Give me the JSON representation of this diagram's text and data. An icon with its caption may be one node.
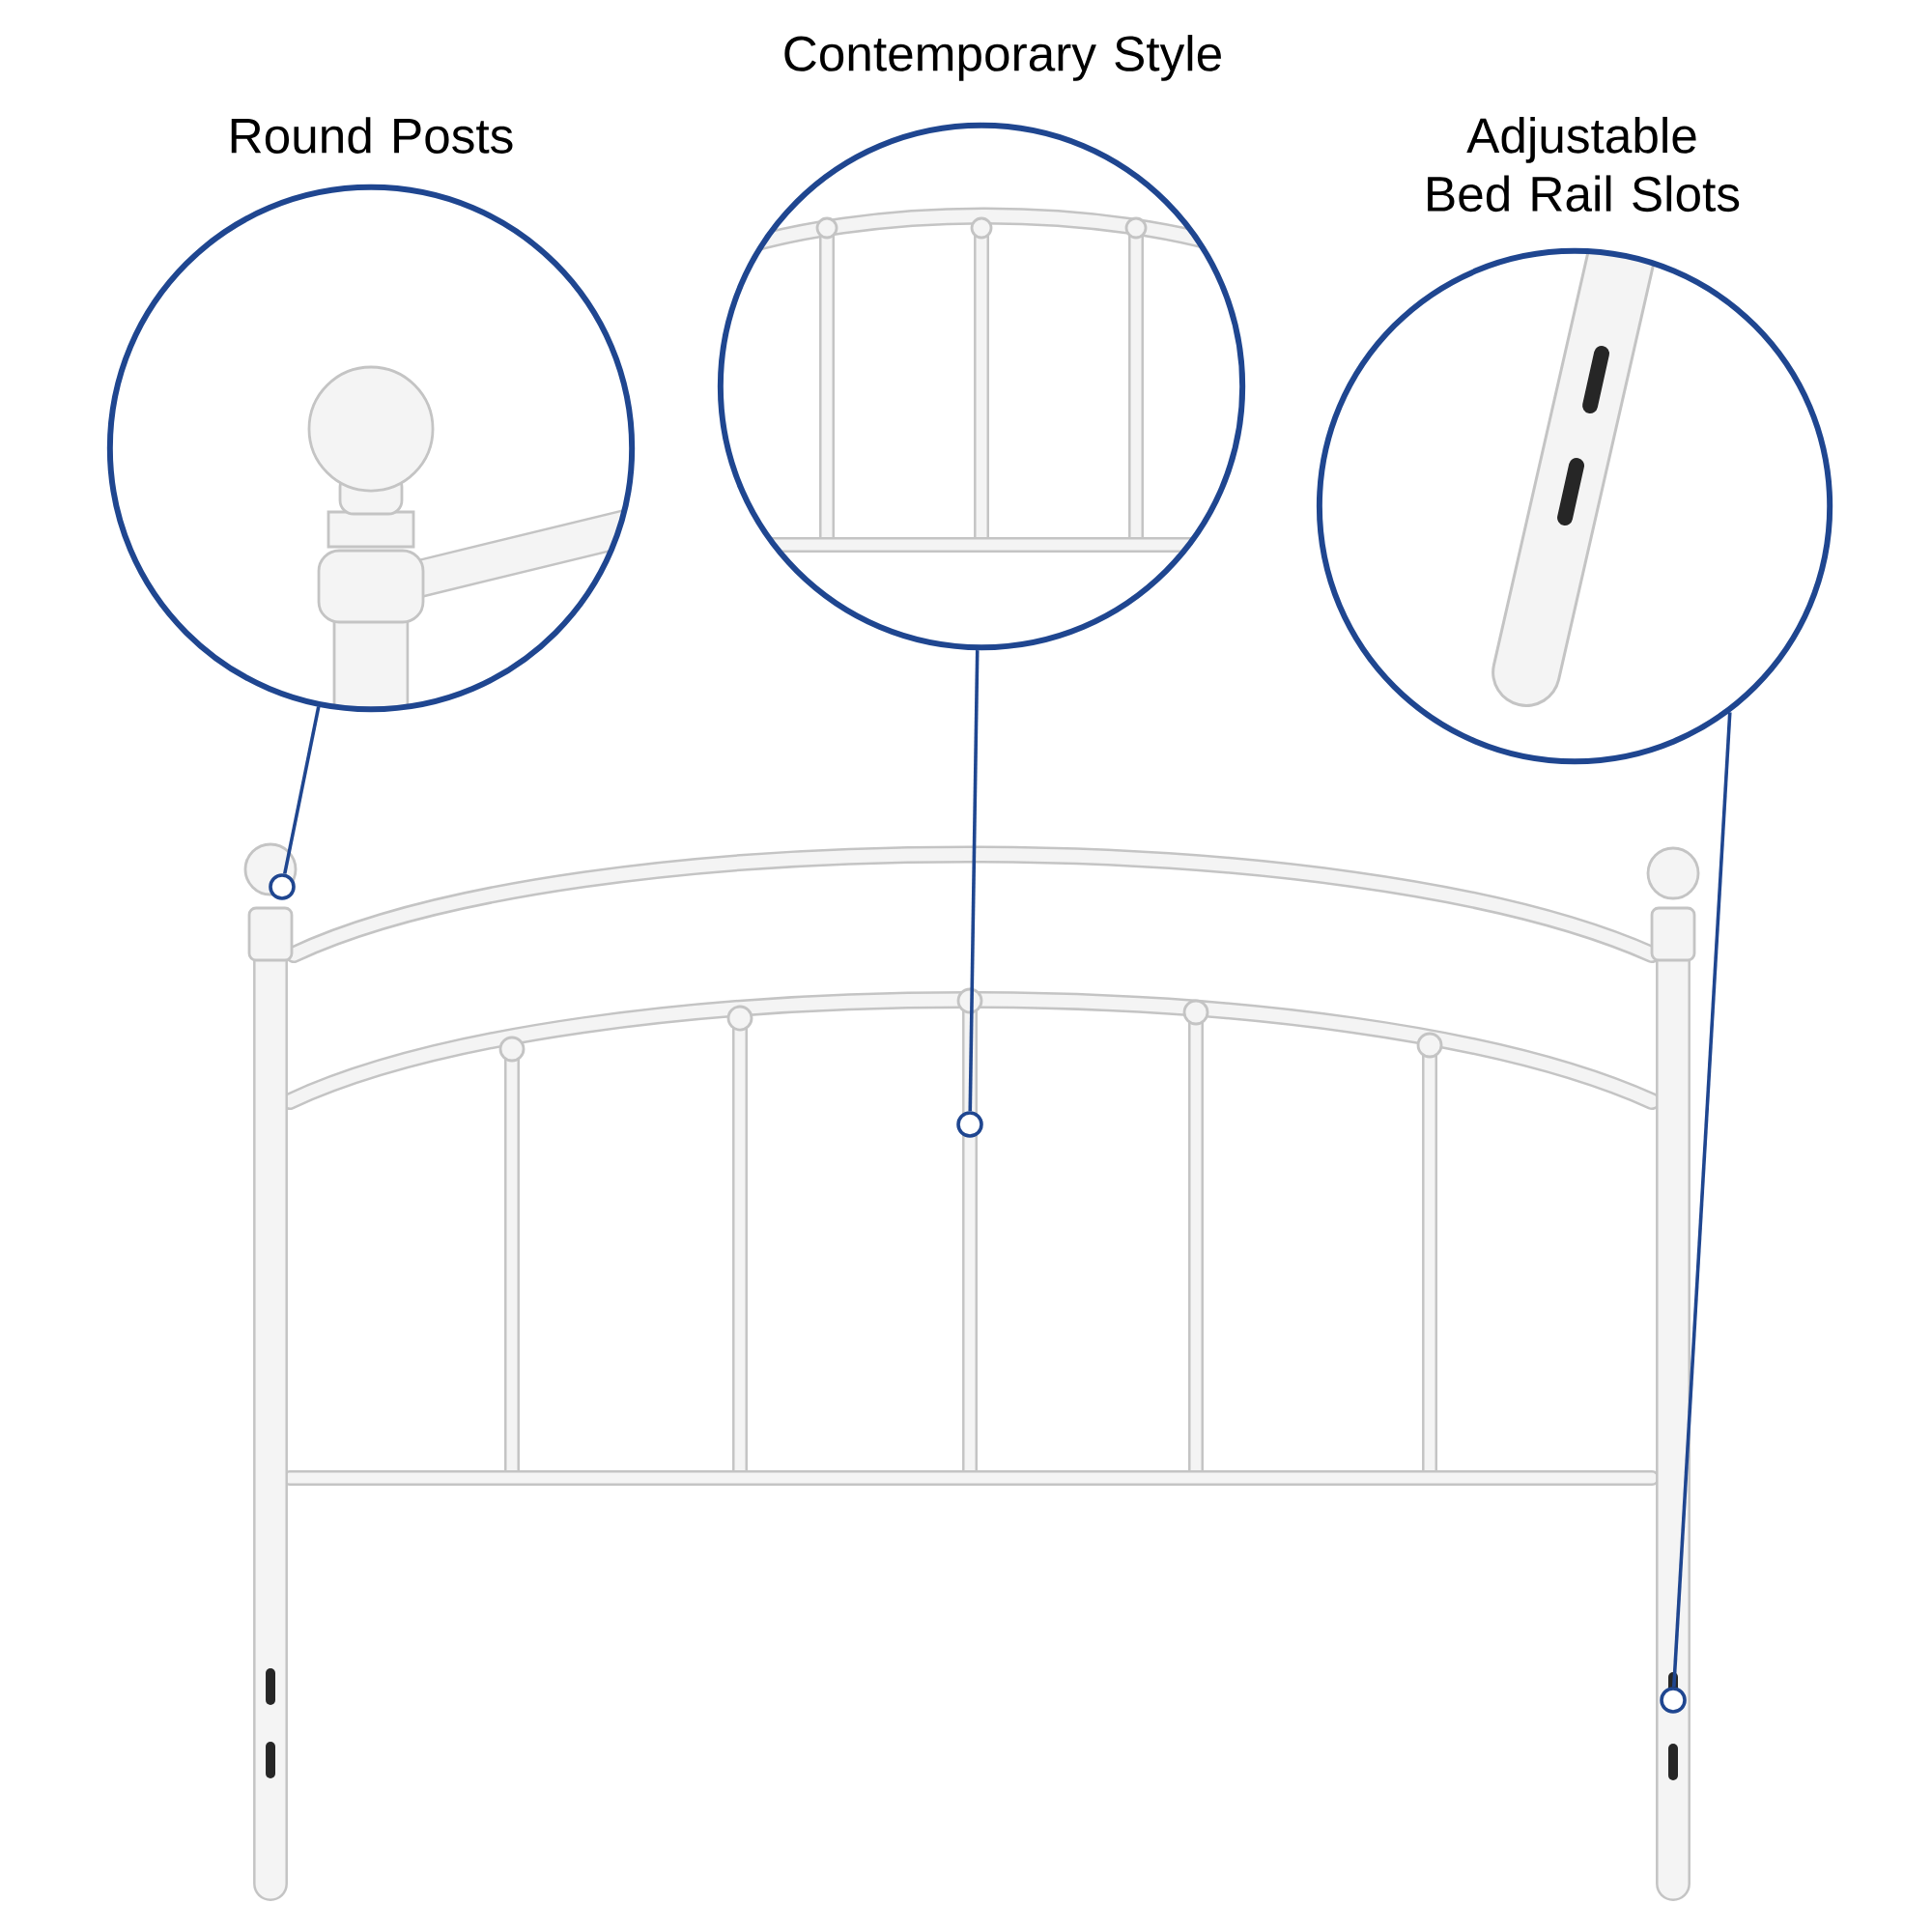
{
  "diagram": {
    "nodes": [
      {
        "text": [
          "Round Posts"
        ]
      },
      {
        "text": [
          "Contemporary Style"
        ]
      },
      {
        "text": [
          "Adjustable Bed Rail Slots"
        ]
      },
      {
        "text": [],
        "shape": "circle"
      },
      {
        "text": [],
        "shape": "circle"
      },
      {
        "text": [],
        "shape": "circle"
      }
    ],
    "edges": [
      {
        "from": 0,
        "to": 3,
        "arrow": "none"
      },
      {
        "from": 1,
        "to": 4,
        "arrow": "none"
      },
      {
        "from": 2,
        "to": 5,
        "arrow": "none"
      }
    ]
  }
}
